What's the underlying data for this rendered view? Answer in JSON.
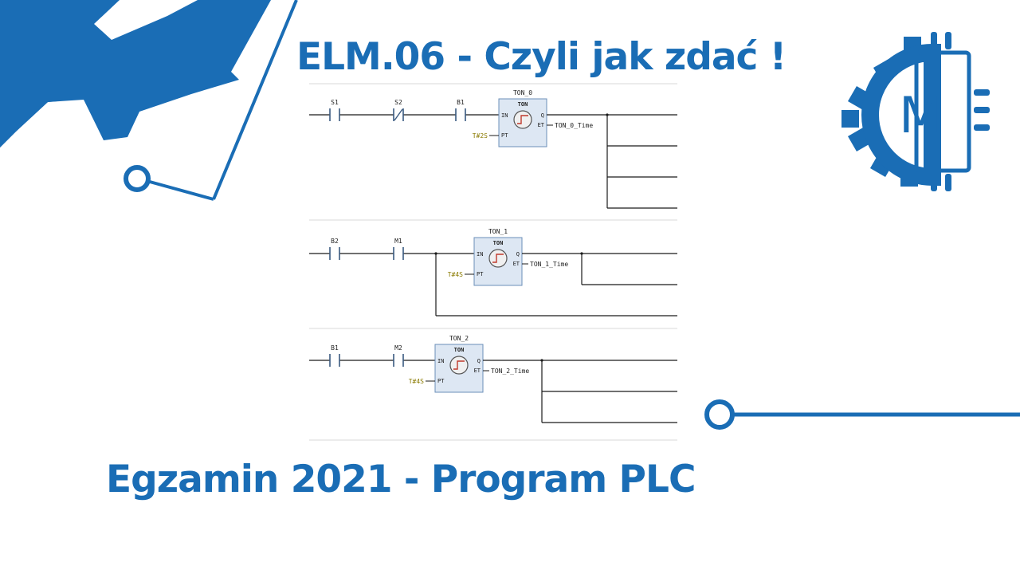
{
  "theme": {
    "brand": "#1a6db5",
    "wire": "#1a1a1a",
    "block_fill": "#dde7f3",
    "block_stroke": "#6b8fb8",
    "preset_text": "#8a7a00"
  },
  "titles": {
    "top": "ELM.06 - Czyli jak zdać !",
    "bottom": "Egzamin 2021 - Program PLC"
  },
  "logo": {
    "letter": "M",
    "icon": "gear-chip-logo-icon"
  },
  "decor": {
    "gear_icon": "gear-icon",
    "circuit_icon": "circuit-trace-icon"
  },
  "ladder": {
    "rungs": [
      {
        "contacts": [
          {
            "label": "S1",
            "type": "NO"
          },
          {
            "label": "S2",
            "type": "NC"
          },
          {
            "label": "B1",
            "type": "NO"
          }
        ],
        "timer": {
          "name": "TON_0",
          "block": "TON",
          "pin_in": "IN",
          "pin_pt": "PT",
          "pin_q": "Q",
          "pin_et": "ET",
          "preset": "T#2S",
          "et_var": "TON_0_Time"
        },
        "outputs": 4
      },
      {
        "contacts": [
          {
            "label": "B2",
            "type": "NO"
          },
          {
            "label": "M1",
            "type": "NO"
          }
        ],
        "timer": {
          "name": "TON_1",
          "block": "TON",
          "pin_in": "IN",
          "pin_pt": "PT",
          "pin_q": "Q",
          "pin_et": "ET",
          "preset": "T#4S",
          "et_var": "TON_1_Time"
        },
        "outputs": 2
      },
      {
        "contacts": [
          {
            "label": "B1",
            "type": "NO"
          },
          {
            "label": "M2",
            "type": "NO"
          }
        ],
        "timer": {
          "name": "TON_2",
          "block": "TON",
          "pin_in": "IN",
          "pin_pt": "PT",
          "pin_q": "Q",
          "pin_et": "ET",
          "preset": "T#4S",
          "et_var": "TON_2_Time"
        },
        "outputs": 3
      }
    ]
  }
}
